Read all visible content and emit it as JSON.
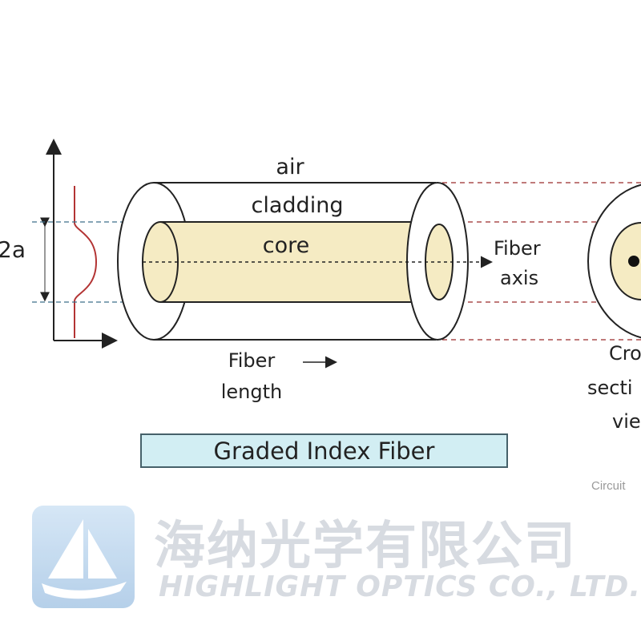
{
  "diagram": {
    "title": "Graded Index Fiber",
    "labels": {
      "air": "air",
      "cladding": "cladding",
      "core": "core",
      "fiber_axis_line1": "Fiber",
      "fiber_axis_line2": "axis",
      "fiber_length_line1": "Fiber",
      "fiber_length_line2": "length",
      "diameter": "2a",
      "cross_section_line1": "Cro",
      "cross_section_line2": "secti",
      "cross_section_line3": "vie"
    },
    "credit": "Circuit",
    "colors": {
      "core_fill": "#f5ebc3",
      "outline": "#222222",
      "index_profile": "#b33434",
      "dashed_guides_red": "#9b2b2b",
      "dashed_guides_blue": "#3d6f8a",
      "title_box_fill": "#d2eef3"
    }
  },
  "watermark": {
    "company_cn": "海纳光学有限公司",
    "company_en": "HIGHLIGHT OPTICS CO., LTD.",
    "logo_icon": "sailboat-icon"
  }
}
